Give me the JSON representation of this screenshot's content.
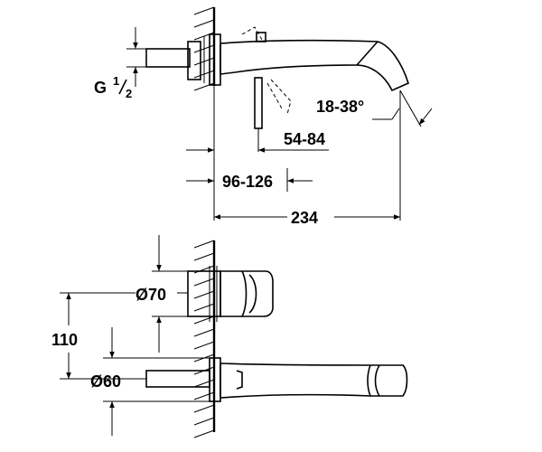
{
  "dimensions": {
    "thread": {
      "label": "G",
      "sup": "1",
      "sub": "2"
    },
    "angle": "18-38°",
    "lever_offset": "54-84",
    "wall_depth": "96-126",
    "projection": "234",
    "rosette_large": "Ø70",
    "height": "110",
    "rosette_small": "Ø60"
  }
}
